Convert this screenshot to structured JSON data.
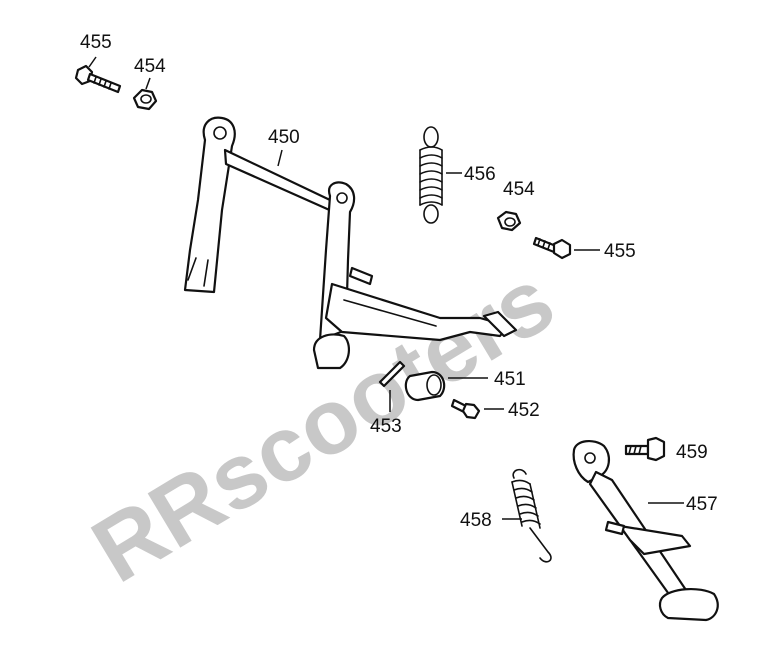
{
  "watermark": "RRscooters",
  "callouts": [
    {
      "id": "455a",
      "text": "455"
    },
    {
      "id": "454a",
      "text": "454"
    },
    {
      "id": "450",
      "text": "450"
    },
    {
      "id": "456",
      "text": "456"
    },
    {
      "id": "454b",
      "text": "454"
    },
    {
      "id": "455b",
      "text": "455"
    },
    {
      "id": "451",
      "text": "451"
    },
    {
      "id": "452",
      "text": "452"
    },
    {
      "id": "453",
      "text": "453"
    },
    {
      "id": "459",
      "text": "459"
    },
    {
      "id": "457",
      "text": "457"
    },
    {
      "id": "458",
      "text": "458"
    }
  ]
}
